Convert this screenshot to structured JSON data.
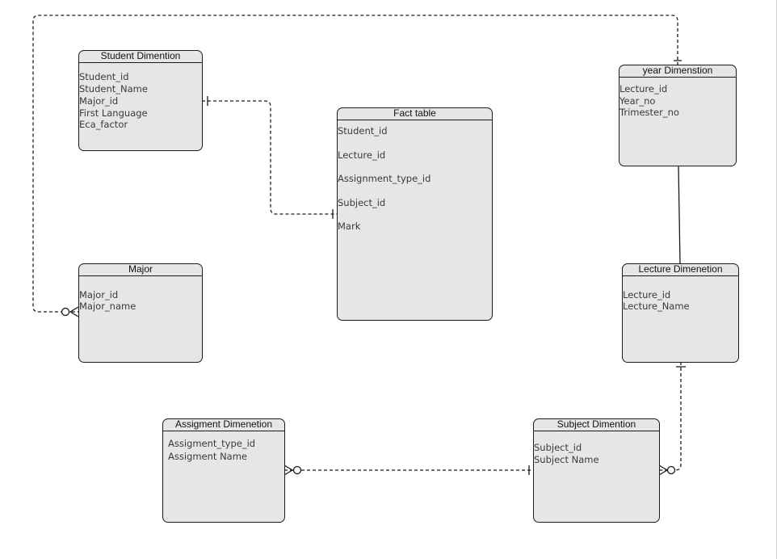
{
  "entities": {
    "student": {
      "title": "Student Dimention",
      "attrs": [
        "Student_id",
        "Student_Name",
        "Major_id",
        "First Language",
        "Eca_factor"
      ]
    },
    "fact": {
      "title": "Fact table",
      "attrs": [
        "Student_id",
        "Lecture_id",
        "Assignment_type_id",
        "Subject_id",
        "Mark"
      ]
    },
    "year": {
      "title": "year Dimenstion",
      "attrs": [
        "Lecture_id",
        "Year_no",
        "Trimester_no"
      ]
    },
    "major": {
      "title": "Major",
      "attrs": [
        "Major_id",
        "Major_name"
      ]
    },
    "lecture": {
      "title": "Lecture Dimenetion",
      "attrs": [
        "Lecture_id",
        "Lecture_Name"
      ]
    },
    "assignment": {
      "title": "Assigment Dimenetion",
      "attrs": [
        "Assigment_type_id",
        "Assigment Name"
      ]
    },
    "subject": {
      "title": "Subject Dimention",
      "attrs": [
        "Subject_id",
        "Subject Name"
      ]
    }
  },
  "relationships": [
    {
      "from": "student",
      "to": "fact",
      "from_end": "one",
      "to_end": "one",
      "style": "dashed"
    },
    {
      "from": "year",
      "to": "major",
      "from_end": "one",
      "to_end": "zero-or-many",
      "style": "dashed"
    },
    {
      "from": "year",
      "to": "lecture",
      "from_end": "none",
      "to_end": "none",
      "style": "solid"
    },
    {
      "from": "lecture",
      "to": "subject",
      "from_end": "one",
      "to_end": "zero-or-many",
      "style": "dashed"
    },
    {
      "from": "subject",
      "to": "assignment",
      "from_end": "one",
      "to_end": "zero-or-many",
      "style": "dashed"
    }
  ],
  "colors": {
    "entity_fill": "#e6e6e6",
    "stroke": "#1a1a1a",
    "attr_text": "#3a3a3a"
  }
}
